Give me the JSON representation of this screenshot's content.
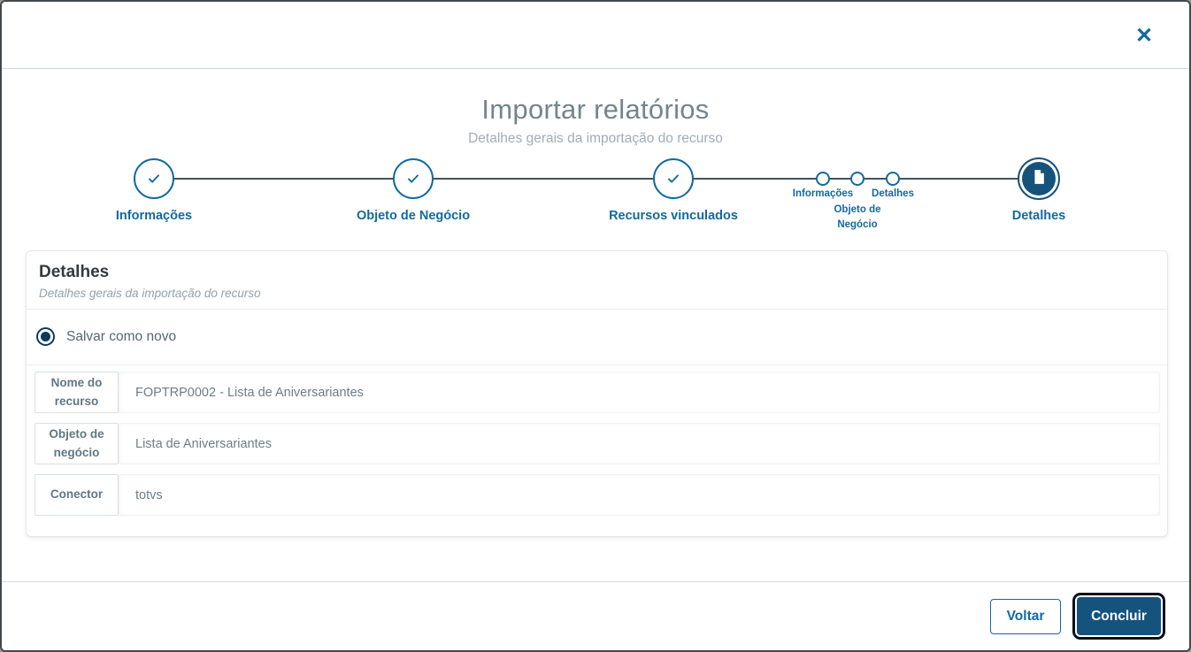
{
  "modal": {
    "title": "Importar relatórios",
    "subtitle": "Detalhes gerais da importação do recurso",
    "close_icon": "✕"
  },
  "stepper": {
    "steps": [
      {
        "label": "Informações",
        "state": "completed"
      },
      {
        "label": "Objeto de Negócio",
        "state": "completed"
      },
      {
        "label": "Recursos vinculados",
        "state": "completed"
      },
      {
        "label": "Informações",
        "state": "upcoming"
      },
      {
        "label": "Objeto de Negócio",
        "state": "upcoming"
      },
      {
        "label": "Detalhes",
        "state": "upcoming"
      },
      {
        "label": "Detalhes",
        "state": "active"
      }
    ]
  },
  "panel": {
    "title": "Detalhes",
    "subtitle": "Detalhes gerais da importação do recurso",
    "radio": {
      "label": "Salvar como novo",
      "selected": true
    },
    "fields": [
      {
        "label": "Nome do recurso",
        "value": "FOPTRP0002 - Lista de Aniversariantes"
      },
      {
        "label": "Objeto de negócio",
        "value": "Lista de Aniversariantes"
      },
      {
        "label": "Conector",
        "value": "totvs"
      }
    ]
  },
  "footer": {
    "back_label": "Voltar",
    "finish_label": "Concluir"
  },
  "colors": {
    "accent_blue": "#116a9f",
    "primary_button": "#15537d",
    "radio_navy": "#0d3a5d",
    "step_line": "#41545c",
    "title_gray": "#72858e",
    "focus_ring": "#0a111c"
  }
}
